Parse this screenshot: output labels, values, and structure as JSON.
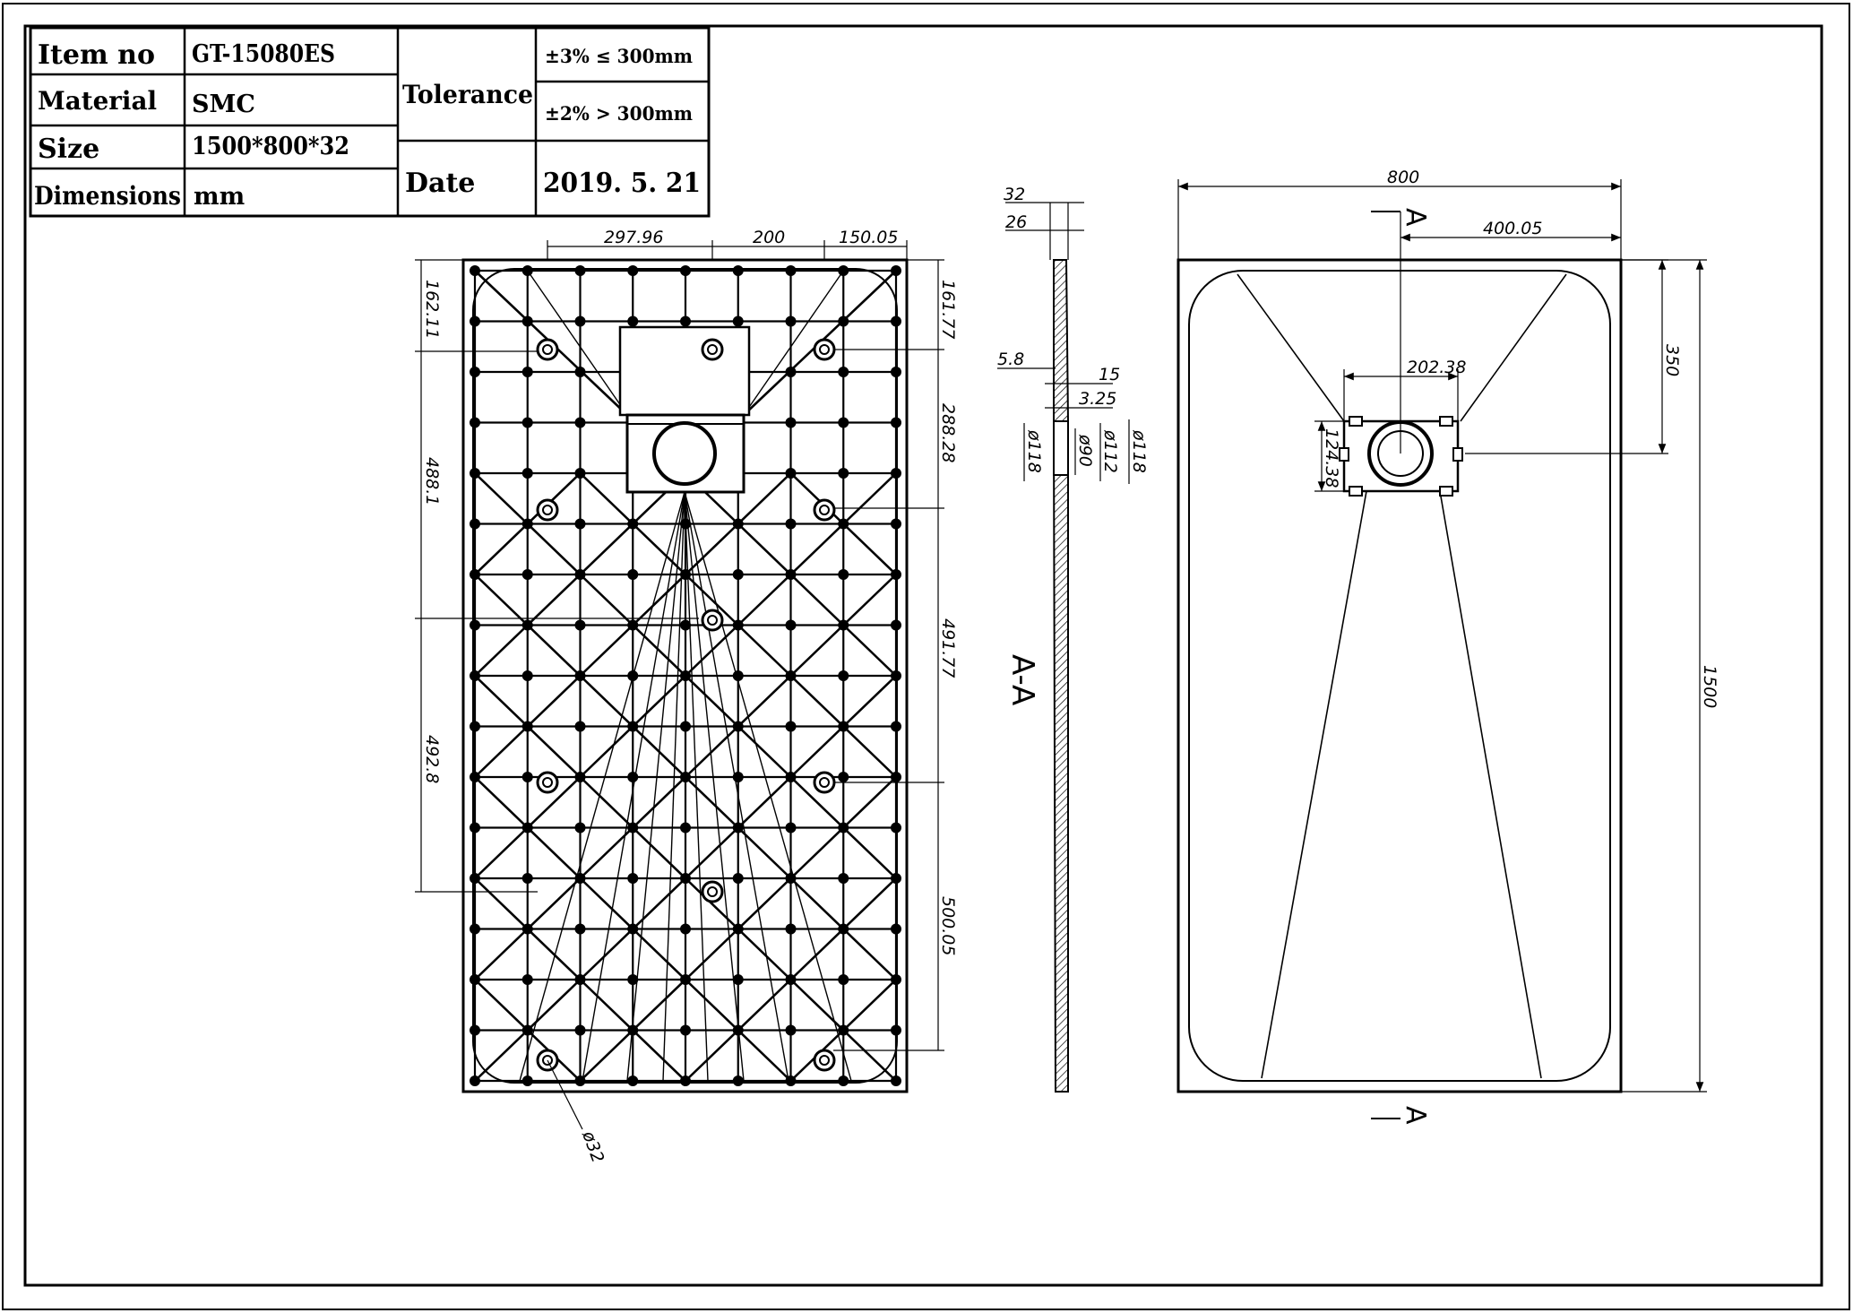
{
  "title_block": {
    "item_no_label": "Item no",
    "item_no_value": "GT-15080ES",
    "material_label": "Material",
    "material_value": "SMC",
    "size_label": "Size",
    "size_value": "1500*800*32",
    "dimensions_label": "Dimensions",
    "dimensions_value": "mm",
    "tolerance_label": "Tolerance",
    "tolerance_small": "±3% ≤ 300mm",
    "tolerance_large": "±2% > 300mm",
    "date_label": "Date",
    "date_value": "2019. 5. 21"
  },
  "back_view": {
    "dim_top_1": "297.96",
    "dim_top_2": "200",
    "dim_top_3": "150.05",
    "dim_left_1": "162.11",
    "dim_left_2": "488.1",
    "dim_left_3": "492.8",
    "dim_right_1": "161.77",
    "dim_right_2": "288.28",
    "dim_right_3": "491.77",
    "dim_right_4": "500.05",
    "hole_dia": "ø32"
  },
  "section_view": {
    "label": "A-A",
    "dim_32": "32",
    "dim_26": "26",
    "dim_5_8": "5.8",
    "dim_15": "15",
    "dim_3_25": "3.25",
    "dia_118_left": "ø118",
    "dia_90": "ø90",
    "dia_112": "ø112",
    "dia_118_right": "ø118"
  },
  "top_view": {
    "width": "800",
    "drain_offset": "400.05",
    "drain_from_top": "350",
    "length": "1500",
    "drain_box_width": "202.38",
    "drain_box_height": "124.38",
    "section_mark": "A"
  }
}
